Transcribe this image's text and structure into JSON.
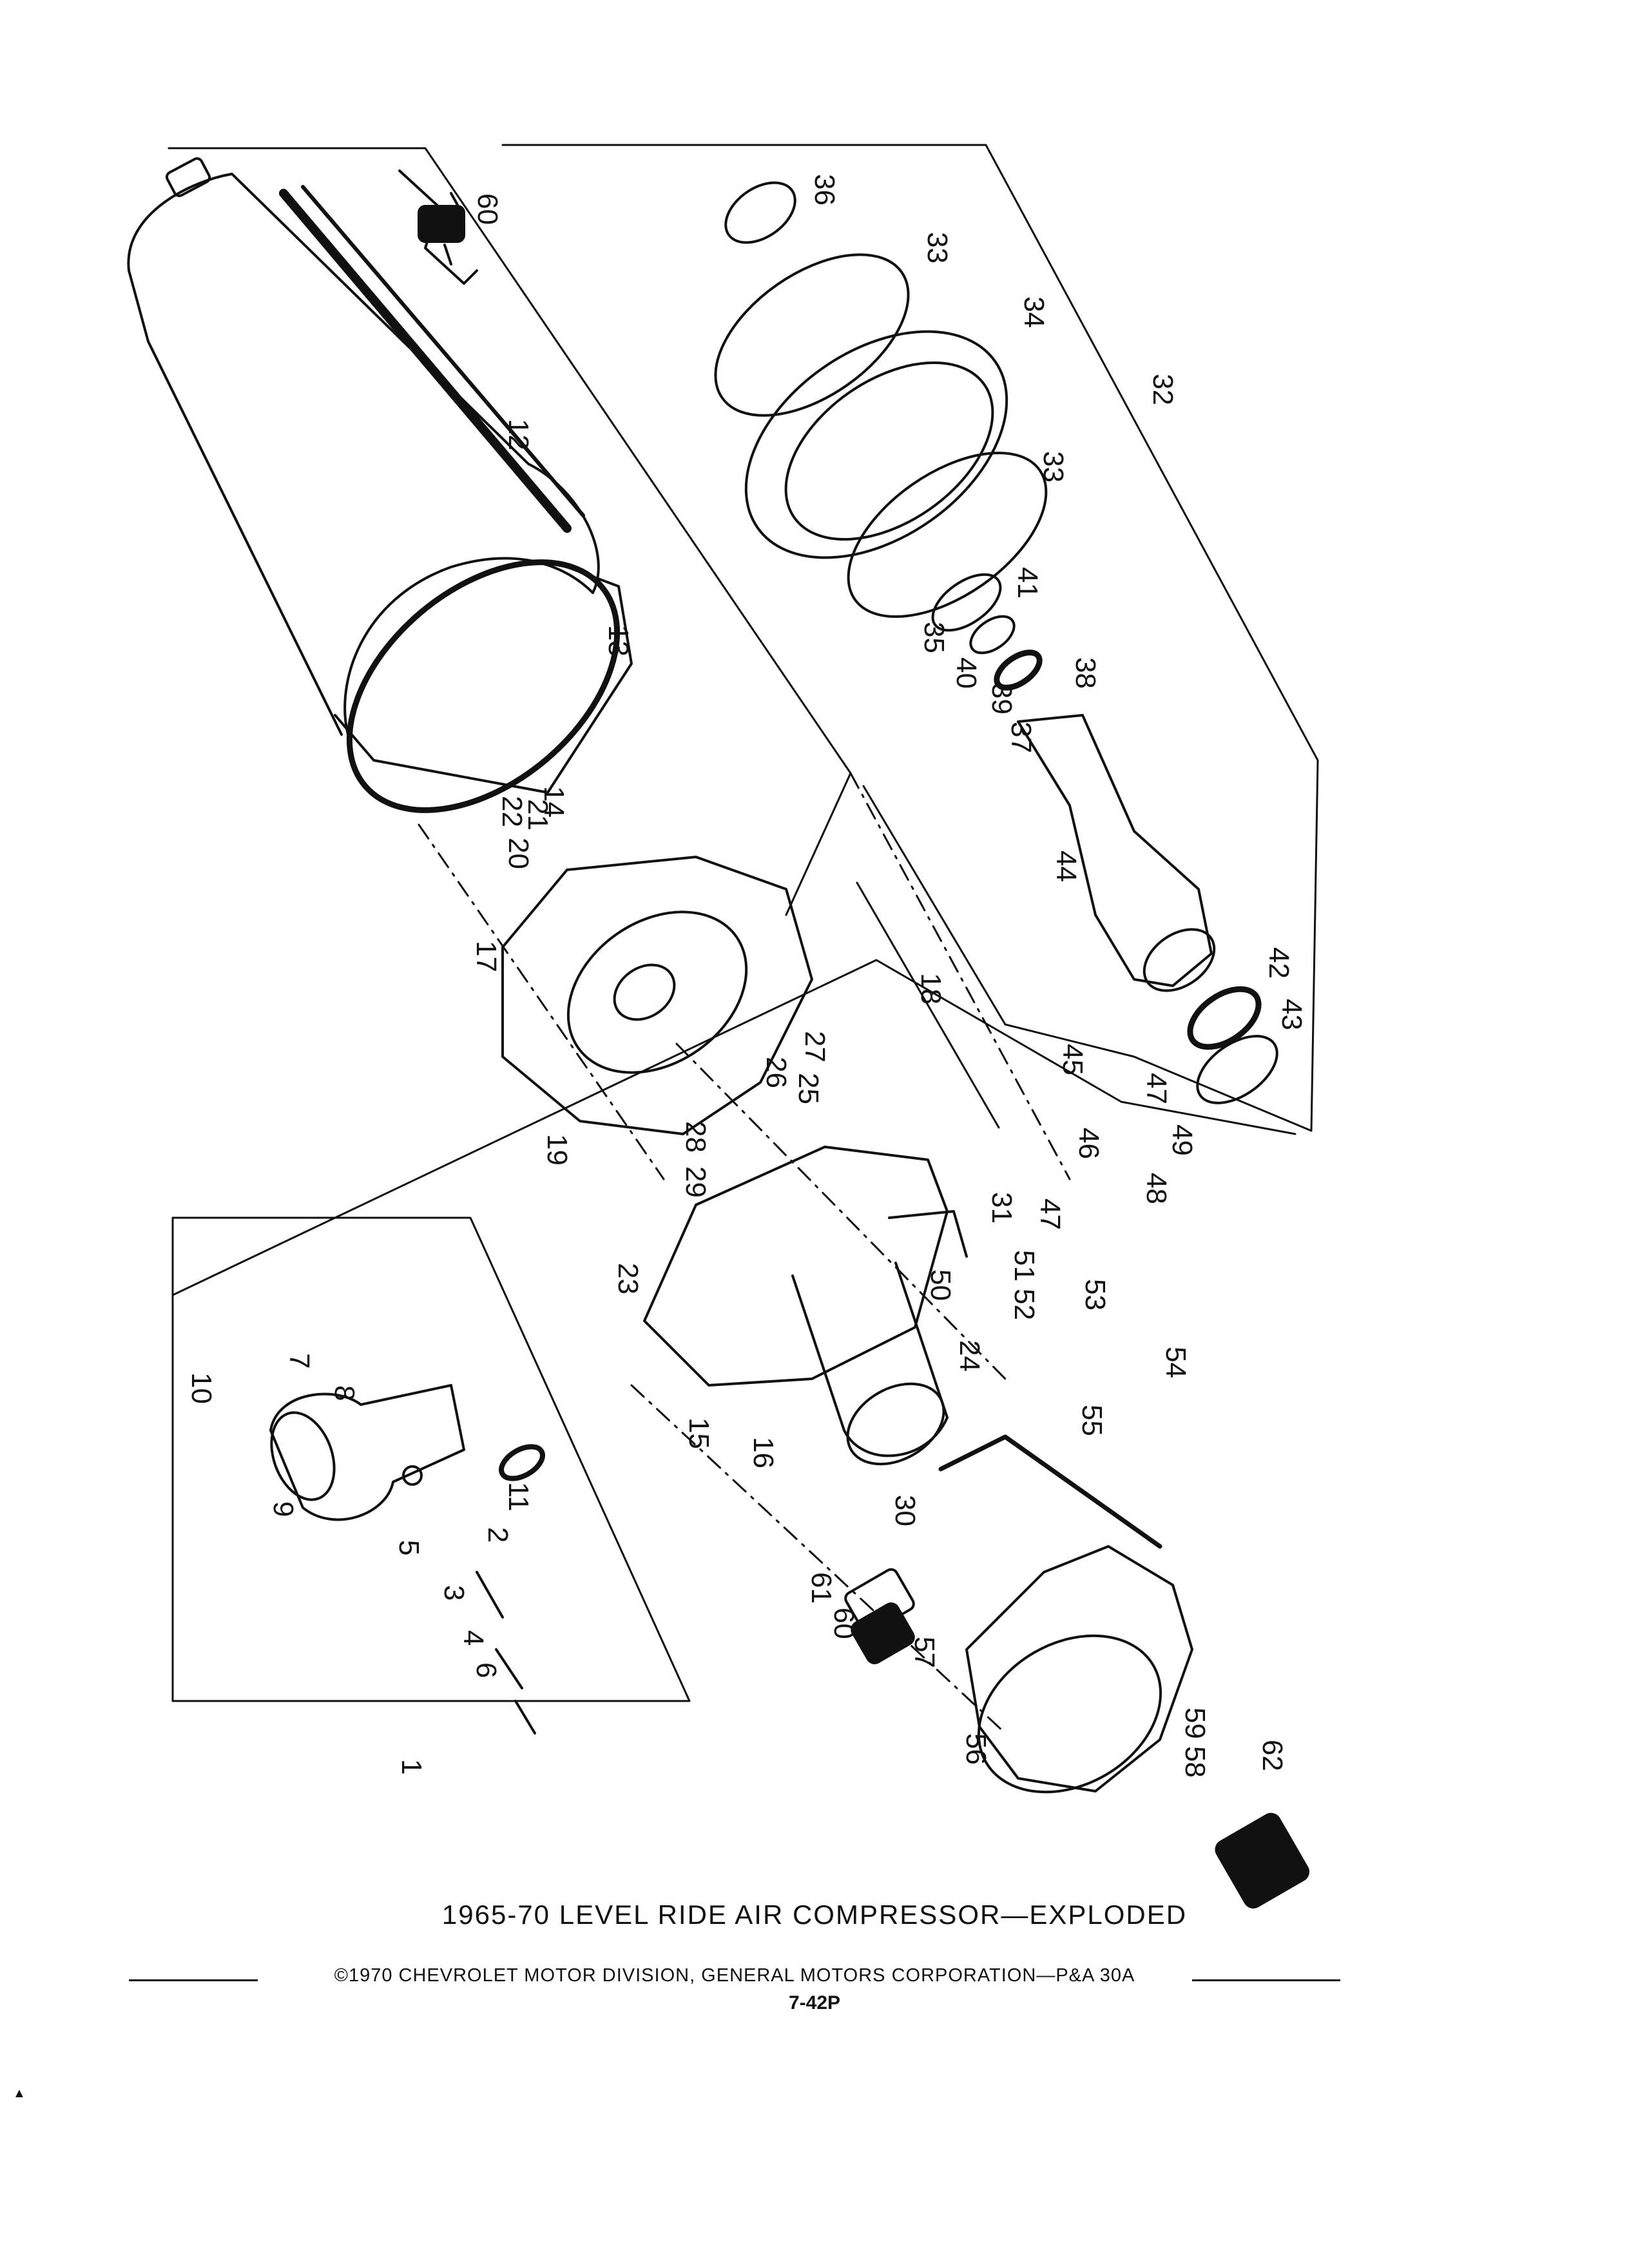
{
  "diagram": {
    "title": "1965-70 LEVEL RIDE AIR COMPRESSOR—EXPLODED",
    "credit": "©1970 CHEVROLET MOTOR DIVISION, GENERAL MOTORS CORPORATION—P&A 30A",
    "page_number": "7-42P",
    "callouts": [
      "1",
      "2",
      "3",
      "4",
      "5",
      "6",
      "7",
      "8",
      "9",
      "10",
      "11",
      "12",
      "13",
      "14",
      "15",
      "16",
      "17",
      "18",
      "19",
      "20",
      "21",
      "22",
      "23",
      "24",
      "25",
      "26",
      "27",
      "28",
      "29",
      "30",
      "31",
      "32",
      "33",
      "33",
      "34",
      "35",
      "36",
      "37",
      "38",
      "39",
      "40",
      "41",
      "42",
      "43",
      "44",
      "45",
      "46",
      "47",
      "47",
      "48",
      "49",
      "50",
      "51",
      "52",
      "53",
      "54",
      "55",
      "56",
      "57",
      "58",
      "59",
      "60",
      "60",
      "61",
      "62"
    ]
  }
}
